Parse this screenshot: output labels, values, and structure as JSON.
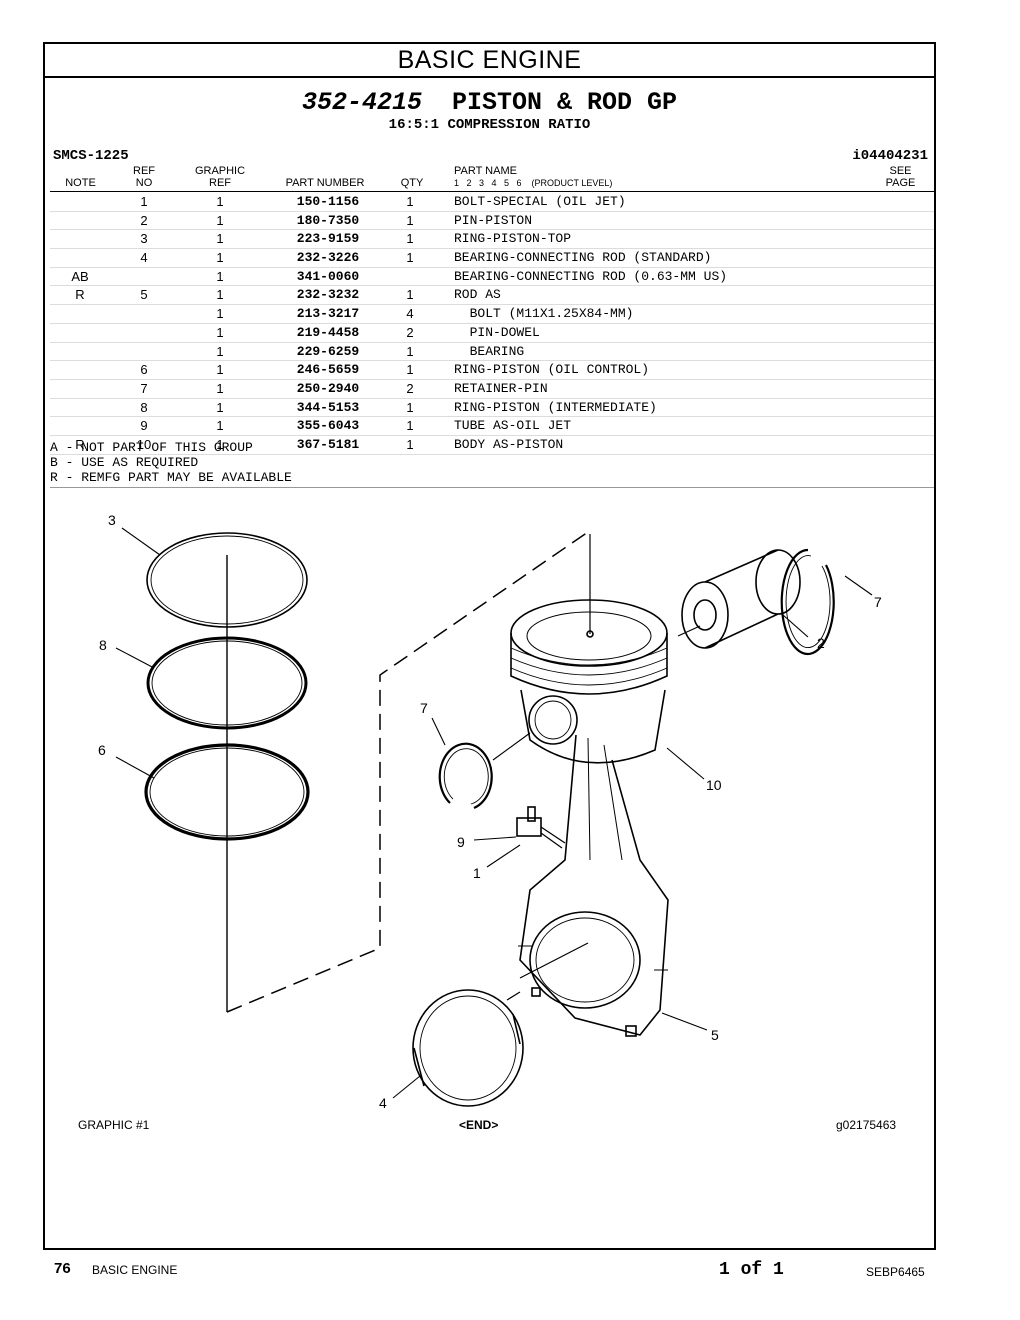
{
  "section_title": "BASIC ENGINE",
  "group": {
    "number": "352-4215",
    "name": "PISTON & ROD GP",
    "subtitle": "16:5:1 COMPRESSION RATIO"
  },
  "smcs": "SMCS-1225",
  "illustration_id": "i04404231",
  "columns": {
    "note": "NOTE",
    "ref_top": "REF",
    "ref_bottom": "NO",
    "graphic_top": "GRAPHIC",
    "graphic_bottom": "REF",
    "part_number": "PART NUMBER",
    "qty": "QTY",
    "part_name": "PART NAME",
    "product_levels": "1   2   3   4   5   6    (PRODUCT LEVEL)",
    "see_top": "SEE",
    "see_bottom": "PAGE"
  },
  "parts": [
    {
      "note": "",
      "ref": "1",
      "graphic": "1",
      "part": "150-1156",
      "qty": "1",
      "name": "BOLT-SPECIAL (OIL JET)"
    },
    {
      "note": "",
      "ref": "2",
      "graphic": "1",
      "part": "180-7350",
      "qty": "1",
      "name": "PIN-PISTON"
    },
    {
      "note": "",
      "ref": "3",
      "graphic": "1",
      "part": "223-9159",
      "qty": "1",
      "name": "RING-PISTON-TOP"
    },
    {
      "note": "",
      "ref": "4",
      "graphic": "1",
      "part": "232-3226",
      "qty": "1",
      "name": "BEARING-CONNECTING ROD (STANDARD)"
    },
    {
      "note": "AB",
      "ref": "",
      "graphic": "1",
      "part": "341-0060",
      "qty": "",
      "name": "BEARING-CONNECTING ROD (0.63-MM US)"
    },
    {
      "note": "R",
      "ref": "5",
      "graphic": "1",
      "part": "232-3232",
      "qty": "1",
      "name": "ROD AS"
    },
    {
      "note": "",
      "ref": "",
      "graphic": "1",
      "part": "213-3217",
      "qty": "4",
      "name": "  BOLT (M11X1.25X84-MM)"
    },
    {
      "note": "",
      "ref": "",
      "graphic": "1",
      "part": "219-4458",
      "qty": "2",
      "name": "  PIN-DOWEL"
    },
    {
      "note": "",
      "ref": "",
      "graphic": "1",
      "part": "229-6259",
      "qty": "1",
      "name": "  BEARING"
    },
    {
      "note": "",
      "ref": "6",
      "graphic": "1",
      "part": "246-5659",
      "qty": "1",
      "name": "RING-PISTON (OIL CONTROL)"
    },
    {
      "note": "",
      "ref": "7",
      "graphic": "1",
      "part": "250-2940",
      "qty": "2",
      "name": "RETAINER-PIN"
    },
    {
      "note": "",
      "ref": "8",
      "graphic": "1",
      "part": "344-5153",
      "qty": "1",
      "name": "RING-PISTON (INTERMEDIATE)"
    },
    {
      "note": "",
      "ref": "9",
      "graphic": "1",
      "part": "355-6043",
      "qty": "1",
      "name": "TUBE AS-OIL JET"
    },
    {
      "note": "R",
      "ref": "10",
      "graphic": "1",
      "part": "367-5181",
      "qty": "1",
      "name": "BODY AS-PISTON"
    }
  ],
  "notes": [
    "A - NOT PART OF THIS GROUP",
    "B - USE AS REQUIRED",
    "R - REMFG PART MAY BE AVAILABLE"
  ],
  "callouts": [
    "3",
    "8",
    "6",
    "7",
    "9",
    "1",
    "4",
    "7",
    "2",
    "10",
    "5"
  ],
  "graphic_label": "GRAPHIC #1",
  "end_label": "<END>",
  "graphic_id": "g02175463",
  "footer": {
    "page_number": "76",
    "section": "BASIC ENGINE",
    "pagination": "1 of 1",
    "doc_id": "SEBP6465"
  }
}
